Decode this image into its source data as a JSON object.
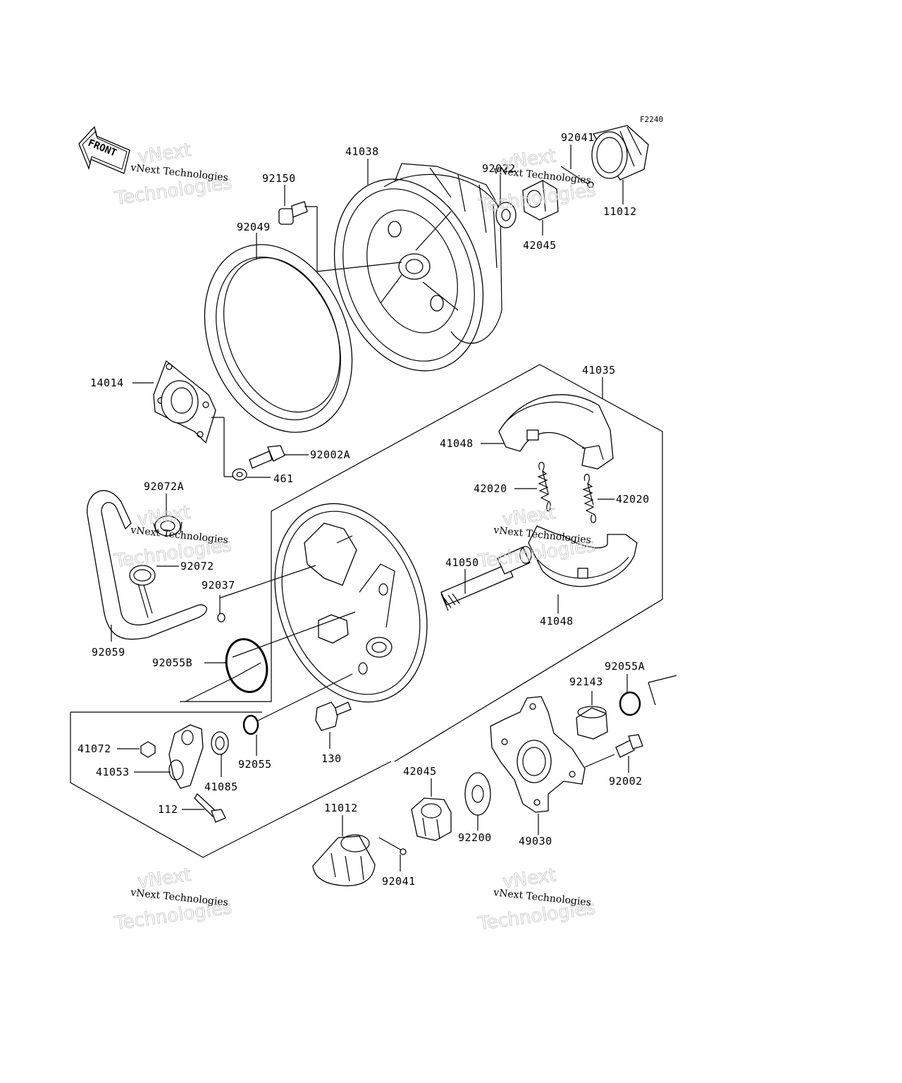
{
  "reference_code": "F2240",
  "front_marker": "FRONT",
  "watermark": {
    "line1": "vNext Technologies",
    "big_top": "vNext",
    "big_bottom": "Technologies"
  },
  "labels": {
    "p41038": "41038",
    "p92150": "92150",
    "p92049": "92049",
    "p92041_top": "92041",
    "p92022": "92022",
    "p11012_top": "11012",
    "p42045_top": "42045",
    "p14014": "14014",
    "p41035": "41035",
    "p41048_top": "41048",
    "p92002A": "92002A",
    "p461": "461",
    "p42020_left": "42020",
    "p42020_right": "42020",
    "p92072A": "92072A",
    "p92072": "92072",
    "p92037": "92037",
    "p41050": "41050",
    "p41048_bottom": "41048",
    "p92059": "92059",
    "p92055B": "92055B",
    "p92055A": "92055A",
    "p92143": "92143",
    "p41072": "41072",
    "p41053": "41053",
    "p41085": "41085",
    "p92055": "92055",
    "p130": "130",
    "p92002": "92002",
    "p42045_bottom": "42045",
    "p112": "112",
    "p11012_bottom": "11012",
    "p92200": "92200",
    "p49030": "49030",
    "p92041_bottom": "92041"
  }
}
